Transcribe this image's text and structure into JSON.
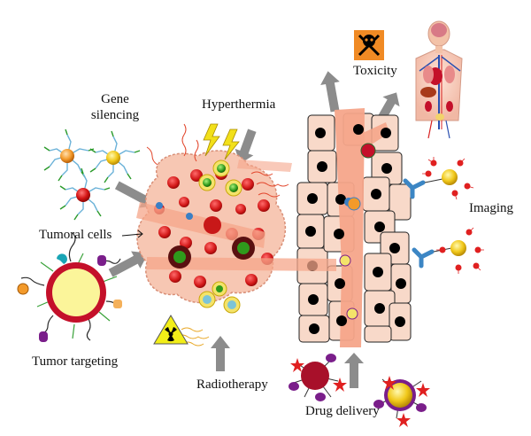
{
  "labels": {
    "gene_silencing_line1": "Gene",
    "gene_silencing_line2": "silencing",
    "hyperthermia": "Hyperthermia",
    "toxicity": "Toxicity",
    "imaging": "Imaging",
    "tumoral_cells": "Tumoral cells",
    "tumor_targeting": "Tumor targeting",
    "radiotherapy": "Radiotherapy",
    "drug_delivery": "Drug delivery"
  },
  "colors": {
    "tumor_fill": "#f7c7b3",
    "tumor_edge": "#d88e76",
    "red_cell": "#d81818",
    "vessel": "#f5a58a",
    "tissue_cell": "#f8d9c9",
    "nucleus": "#000000",
    "arrow": "#8c8c8c",
    "hazard_orange": "#f08a24",
    "radiation_yellow": "#f2ee18",
    "nanoparticle_yellow": "#f4e36a",
    "nanoparticle_red": "#c4102a",
    "antibody_blue": "#3c86c4"
  },
  "icons": [
    "skull-crossbones-icon",
    "radiation-icon",
    "lightning-icon",
    "human-body-icon",
    "antibody-icon"
  ]
}
